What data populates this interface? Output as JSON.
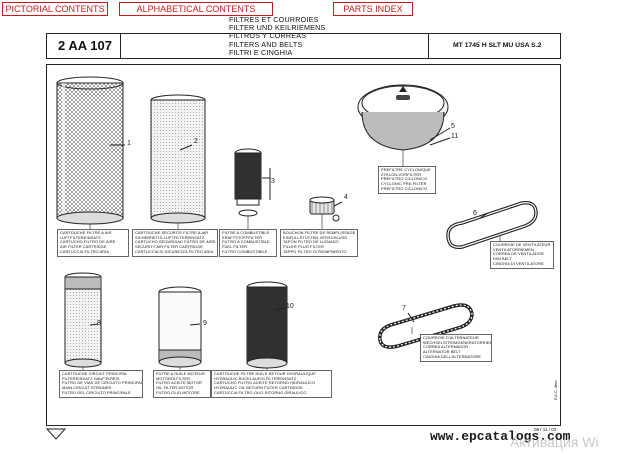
{
  "nav": {
    "pictorial": "PICTORIAL CONTENTS",
    "alphabetical": "ALPHABETICAL CONTENTS",
    "parts_index": "PARTS INDEX"
  },
  "titles": [
    "FILTRES ET COURROIES",
    "FILTER UND KEILRIEMENS",
    "FILTROS Y CORREAS",
    "FILTERS AND BELTS",
    "FILTRI E CINGHIA"
  ],
  "code": "2 AA 107",
  "model": "MT 1745 H SLT MU USA S.2",
  "callouts": [
    "1",
    "2",
    "3",
    "4",
    "5",
    "6",
    "7",
    "8",
    "9",
    "10",
    "11"
  ],
  "labels": {
    "l1": [
      "CARTOUCHE FILTRE A AIR",
      "LUFTFILTEREINSATZ",
      "CARTUCHO FILTRO DE AIRE",
      "AIR FILTER CARTRIDGE",
      "CARTUCCIA FILTRO ARIA"
    ],
    "l2": [
      "CARTOUCHE SECURITE FILTRE A AIR",
      "SICHERHEITS-LUFTFILTEREINSATZ",
      "CARTUCHO SEGURIDAD FILTRO DE AIRE",
      "SECURITY AIR FILTER CARTRIDGE",
      "CARTUCCIA DI SICUREZZA FILTRO ARIA"
    ],
    "l3": [
      "FILTRE A COMBUSTIBLE",
      "KRAFTSTOFFFILTER",
      "FILTRO A COMBUSTIBLE",
      "FUEL FILTER",
      "FILTRO COMBUSTIBILE"
    ],
    "l4": [
      "BOUCHON FILTRE DE REMPLISSAGE",
      "EINFULLSTUTZEN-VERSCHLUSS",
      "TAPON FILTRO DE LLENADO",
      "FILLER PLUG FILTER",
      "TAPPO FILTRO DI RIEMPIMENTO"
    ],
    "l5": [
      "PREFILTRE CYCLONIQUE",
      "ZYKLON-VORFILTER",
      "PREFILTRO CICLONICO",
      "CYCLONIC PRE-FILTER",
      "PREFILTRO CICLONICO"
    ],
    "l6": [
      "COURROIE DE VENTILATEUR",
      "VENTILATORRIEMEN",
      "CORREA DE VENTILADOR",
      "FAN BELT",
      "CINGHIA DI VENTILATORE"
    ],
    "l7": [
      "COURROIE D'ALTERNATEUR",
      "WECHSELSTROMGENERATORRIEMEN",
      "CORREA ALTERNADOR",
      "ALTERNATOR BELT",
      "CINGHIA DELL'ALTERNATORE"
    ],
    "l8": [
      "CARTOUCHE CIRCUIT PRINCIPAL",
      "FILTEREINSATZ HAUPTKREIS",
      "FILTRO DE VIAS DE CIRCUITO PRINCIPAL",
      "MAIN CIRCUIT STRAINER",
      "FILTRO DEL CIRCUITO PRINCIPALE"
    ],
    "l9": [
      "FILTRE A HUILE MOTEUR",
      "MOTOROLFILTER",
      "FILTRO ACEITE MOTOR",
      "OIL FILTER MOTOR",
      "FILTRO OLIO MOTORE"
    ],
    "l10": [
      "CARTOUCHE FILTRE HUILE RETOUR HYDRAULIQUE",
      "HYDRAULIK-RUCKLAUFOLFILTEREINSATZ",
      "CARTUCHO FILTRO ACEITE RETORNO HIDRAULICO",
      "HYDRAULIC OIL RETURN FILTER CARTRIDGE",
      "CARTUCCIA FILTRO OLIO RITORNO IDRAULICO"
    ]
  },
  "side_code": "P.A.C. libre",
  "date_code": "08 / 11 / 03",
  "watermark": "www.epcatalogs.com",
  "activation": "Активация Wi"
}
